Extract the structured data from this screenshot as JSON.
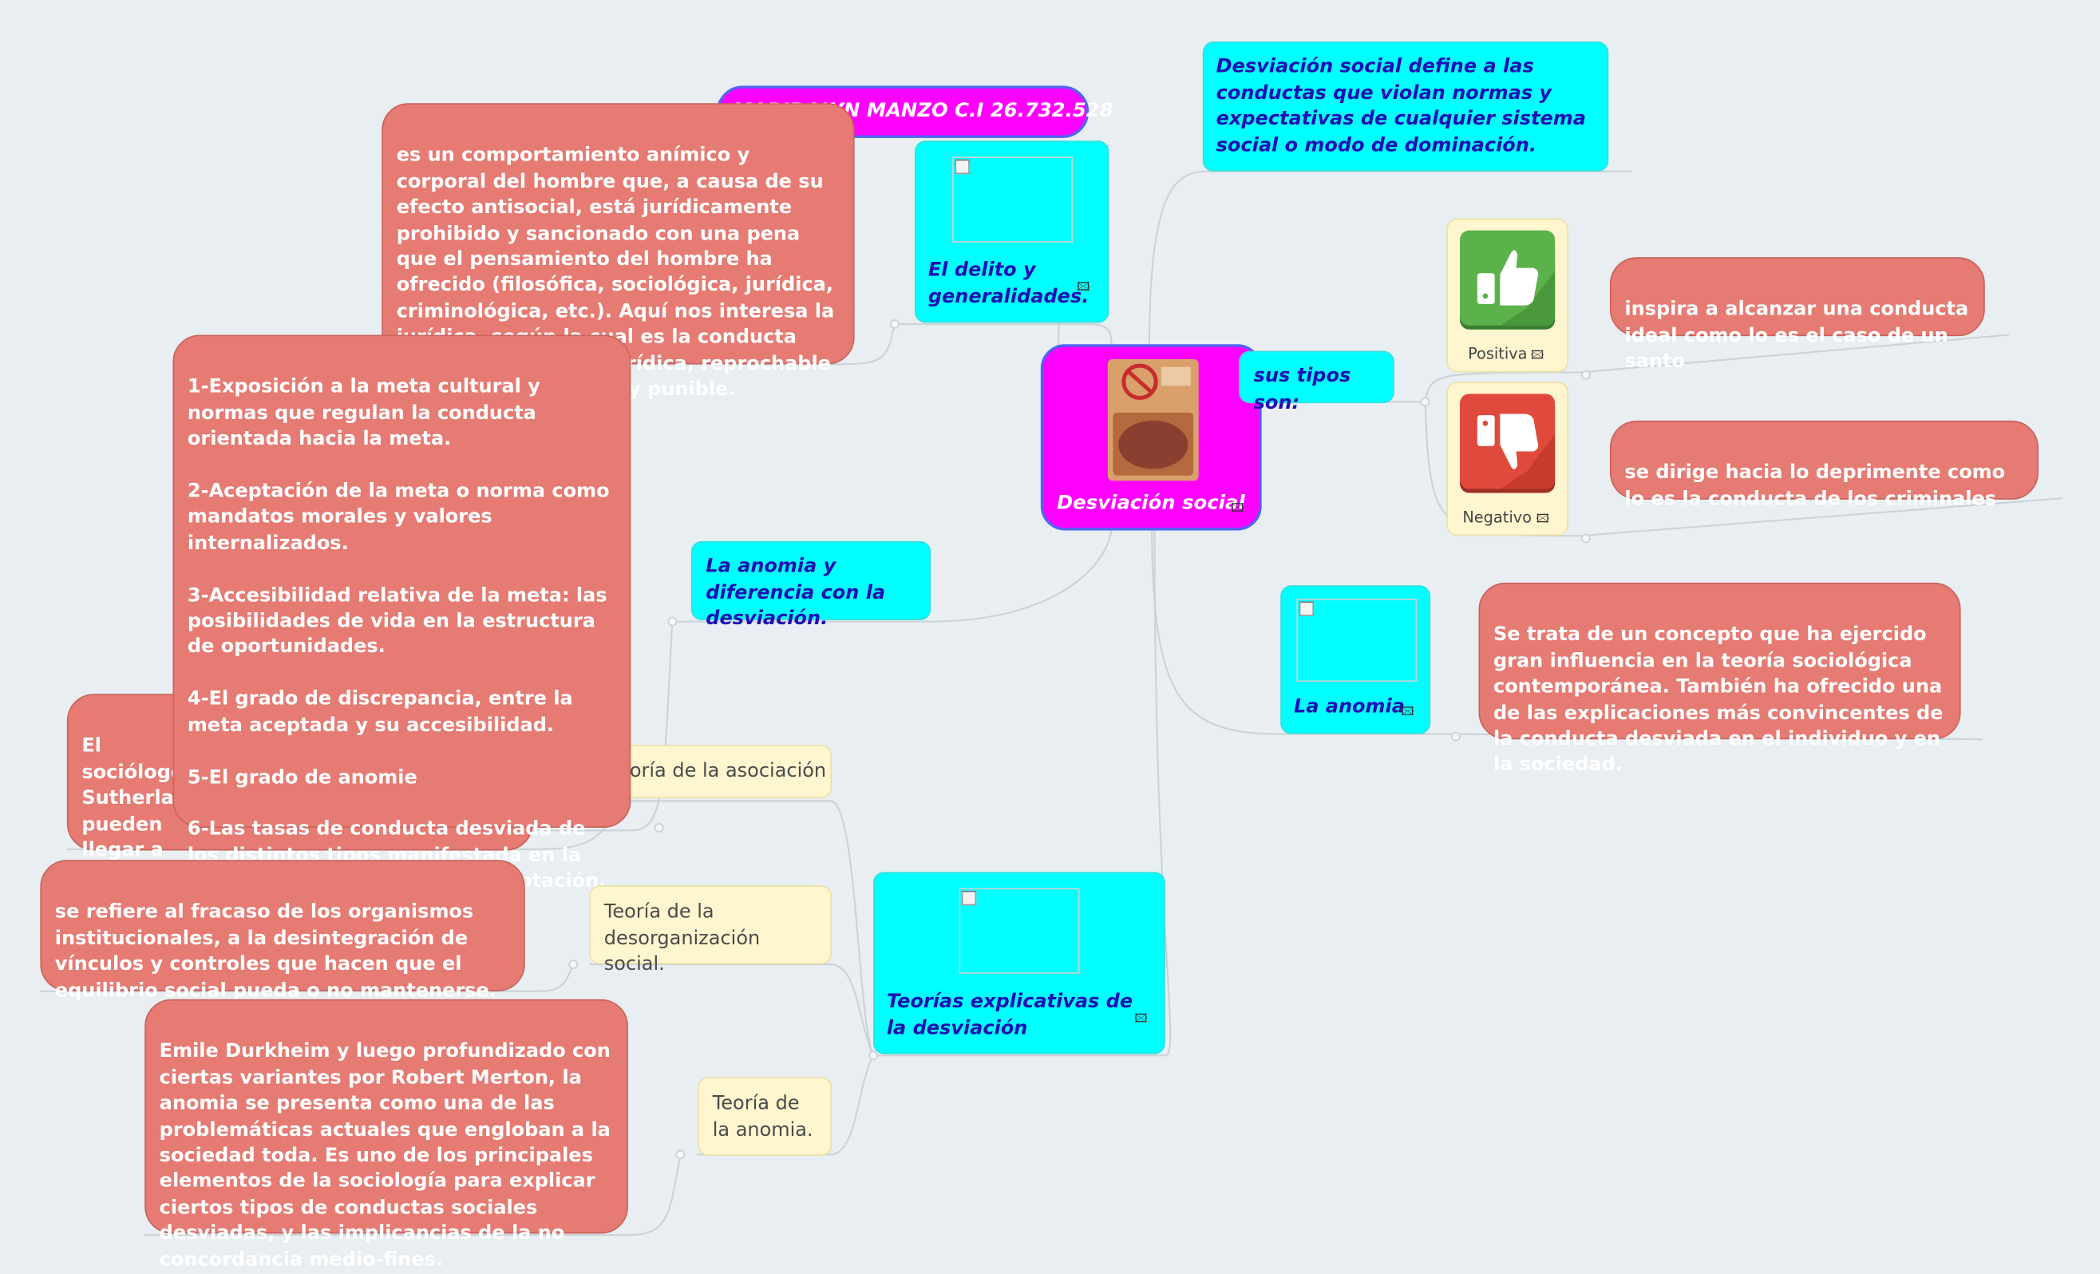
{
  "central": {
    "label": "Desviación social"
  },
  "author": {
    "label": "MARIDALYN MANZO C.I 26.732.528"
  },
  "definition": {
    "text": "Desviación social define a las conductas que violan normas y expectativas de cualquier sistema social o modo de dominación."
  },
  "types": {
    "label": "sus tipos son:",
    "positive": {
      "label": "Positiva",
      "description": "inspira a alcanzar una conducta ideal como lo es el caso de un santo"
    },
    "negative": {
      "label": "Negativo",
      "description": "se dirige hacia lo deprimente como lo es la conducta de los criminales"
    }
  },
  "anomia": {
    "label": "La anomia",
    "description": "Se trata de un concepto que ha ejercido gran influencia en la teoría sociológica contemporánea. También ha ofrecido una de las explicaciones más convincentes de la conducta desviada en el individuo y en la sociedad."
  },
  "delito": {
    "label": "El delito y generalidades.",
    "description": "es un comportamiento anímico y corporal del hombre que, a causa de su efecto antisocial, está jurídicamente prohibido y sancionado con una pena que el pensamiento del hombre ha ofrecido (filosófica, sociológica, jurídica, criminológica, etc.). Aquí nos interesa la jurídica, según la cual es la conducta humana típica, antijurídica, reprochable a su autor (culpable) y punible."
  },
  "anomia_diferencia": {
    "label": "La anomia y diferencia con la desviación.",
    "description": "1-Exposición a la meta cultural y normas que regulan la conducta orientada hacia la meta.\n\n2-Aceptación de la meta o norma como mandatos morales y valores internalizados.\n\n3-Accesibilidad relativa de la meta: las posibilidades de vida en la estructura de oportunidades.\n\n4-El grado de discrepancia, entre la meta aceptada y su accesibilidad.\n\n5-El grado de anomie\n\n6-Las tasas de conducta desviada de los distintos tipos manifestada en la topología de los modos de adaptación."
  },
  "teorias": {
    "label": "Teorías explicativas de la desviación",
    "items": [
      {
        "label": "Teoría de la asociación",
        "description": "El sociólogo Sutherland pueden llegar a llegar a te correcta."
      },
      {
        "label": "Teoría de la desorganización social.",
        "description": "se refiere al fracaso de los organismos institucionales, a la desintegración de vínculos y controles que hacen que el equilibrio social pueda o no mantenerse."
      },
      {
        "label": "Teoría de la anomia.",
        "description": "Emile Durkheim y luego profundizado con ciertas variantes por Robert Merton, la anomia se presenta como una de las problemáticas actuales que engloban a la sociedad toda. Es uno de los principales elementos de la sociología para explicar ciertos tipos de conductas sociales desviadas, y las implicancias de la no concordancia medio-fines."
      }
    ]
  },
  "colors": {
    "cyan": "#00ffff",
    "magenta": "#ff00ff",
    "red_note": "#e57b73",
    "yellow_note": "#fff5cf",
    "label_blue": "#1d10b5",
    "positive_green": "#5cb24a",
    "negative_red": "#e04a3c"
  },
  "icons": {
    "image_marker": "image-icon",
    "positive": "thumbs-up-icon",
    "negative": "thumbs-down-icon"
  }
}
